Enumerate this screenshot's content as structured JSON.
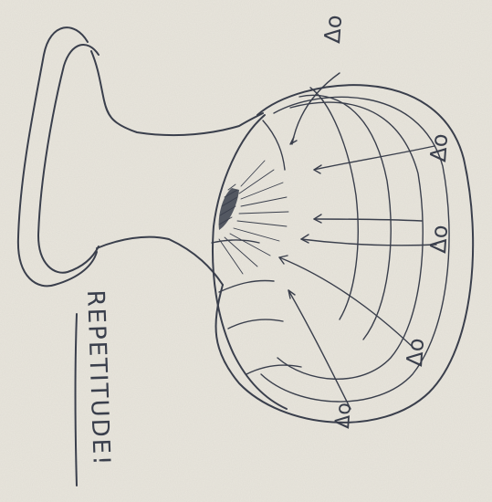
{
  "caption": {
    "text": "REPETITUDE!"
  },
  "labels": [
    "Δo",
    "Δo",
    "Δo",
    "Δo",
    "Δo"
  ],
  "colors": {
    "paper": "#e9e6dd",
    "ink": "#3a3f4c"
  },
  "icon": "hand-drawn-stage-with-dish-sketch"
}
